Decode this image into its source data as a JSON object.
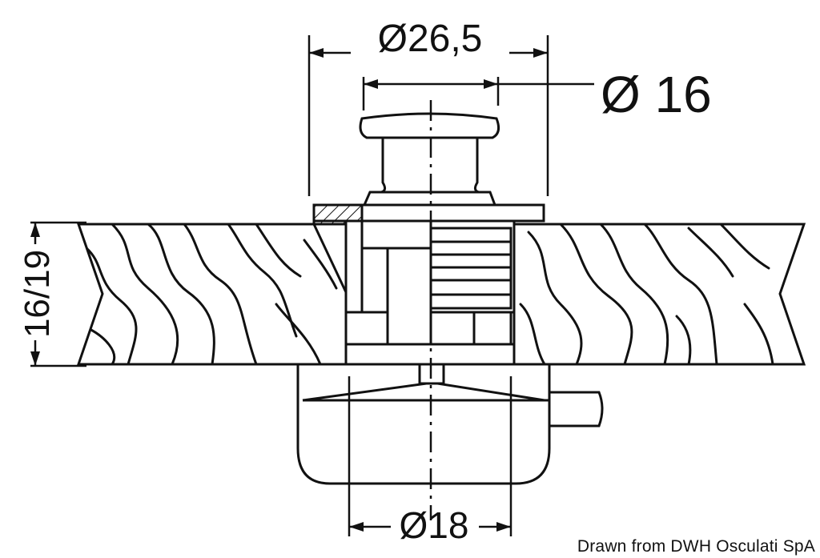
{
  "dimensions": {
    "outer_diameter": "Ø26,5",
    "inner_diameter": "Ø 16",
    "base_diameter": "Ø18",
    "thickness": "16/19"
  },
  "credit": "Drawn from DWH Osculati SpA"
}
